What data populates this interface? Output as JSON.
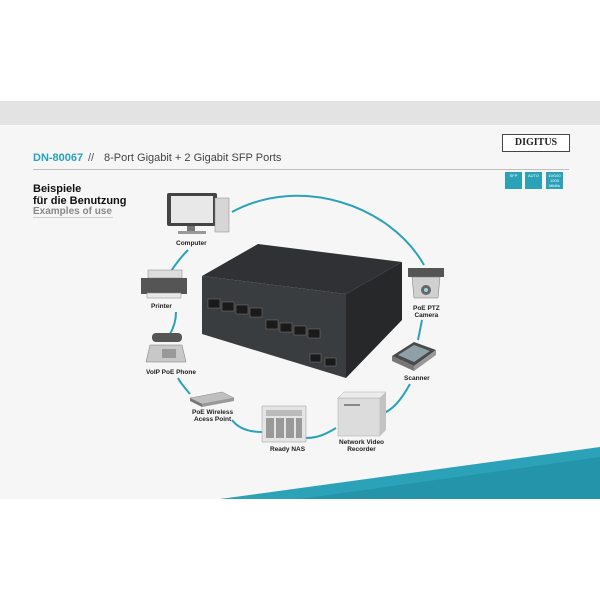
{
  "header": {
    "sku": "DN-80067",
    "separator": "//",
    "subtitle": "8-Port Gigabit + 2 Gigabit SFP Ports",
    "logo": "DIGITUS"
  },
  "badges": [
    {
      "label": "SFP"
    },
    {
      "label": "AUTO"
    },
    {
      "label": "10/100 1000 Mbit/s"
    }
  ],
  "usage": {
    "title_de_1": "Beispiele",
    "title_de_2": "für die Benutzung",
    "title_en": "Examples of use"
  },
  "devices": {
    "computer": "Computer",
    "printer": "Printer",
    "voip_phone": "VoIP PoE Phone",
    "wireless_ap_1": "PoE Wireless",
    "wireless_ap_2": "Acess Point",
    "nas": "Ready NAS",
    "nvr_1": "Network Video",
    "nvr_2": "Recorder",
    "scanner": "Scanner",
    "camera_1": "PoE PTZ",
    "camera_2": "Camera"
  },
  "colors": {
    "accent": "#2ba2b8",
    "switch_body": "#3a3d40"
  }
}
